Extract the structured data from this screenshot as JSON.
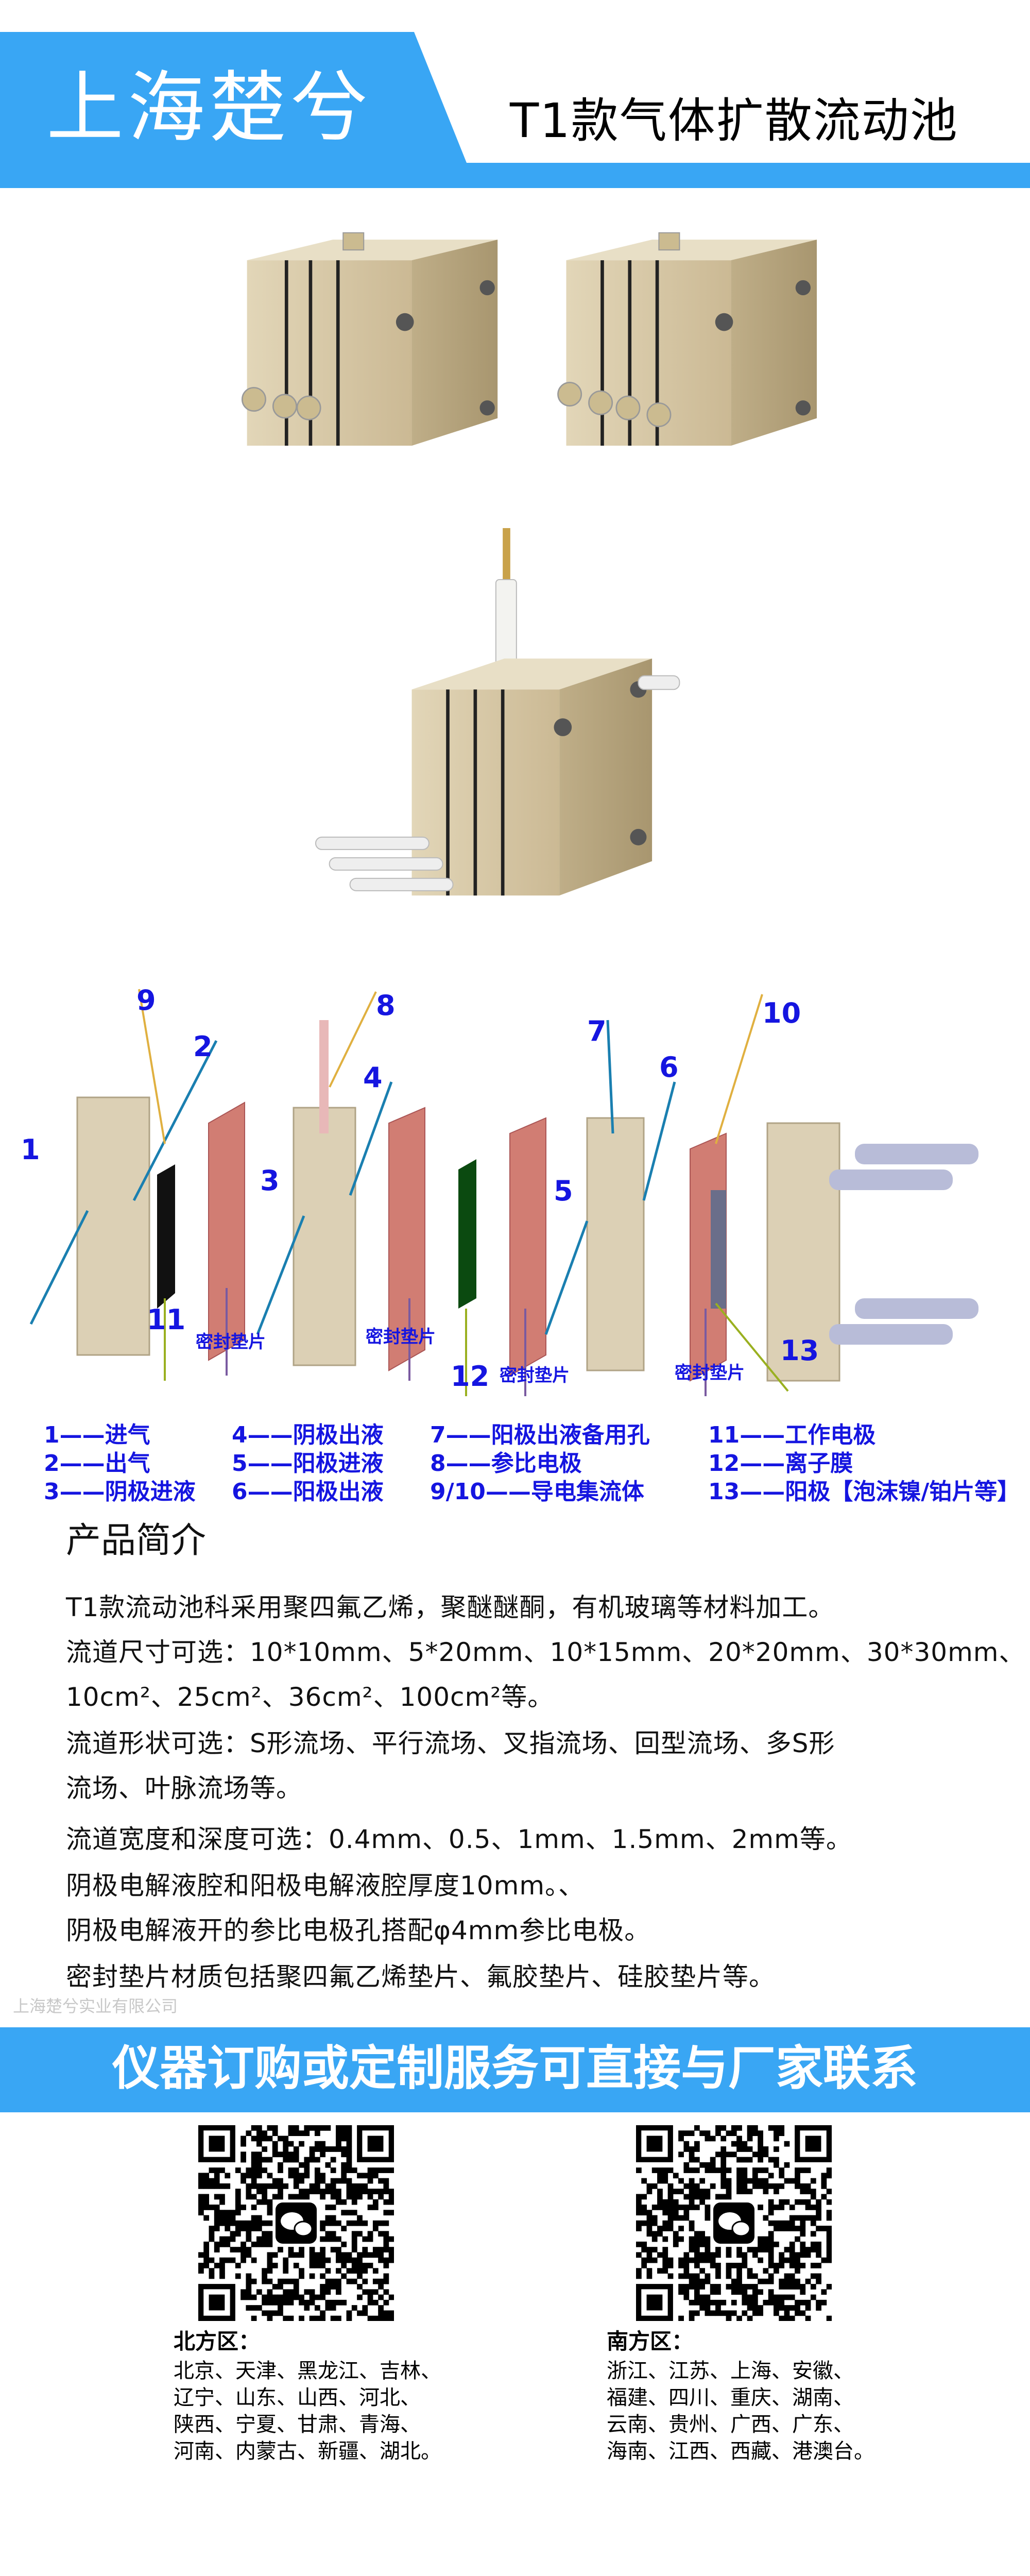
{
  "header": {
    "logo": "上海楚兮",
    "title": "T1款气体扩散流动池"
  },
  "colors": {
    "brand_blue": "#39a6f4",
    "legend_blue": "#1515e0",
    "cell_beige": "#d8c9a6"
  },
  "diagram": {
    "numbers": [
      "1",
      "2",
      "3",
      "4",
      "5",
      "6",
      "7",
      "8",
      "9",
      "10",
      "11",
      "12",
      "13"
    ],
    "gasket_label": "密封垫片"
  },
  "legend": [
    [
      "1——进气",
      "2——出气",
      "3——阴极进液"
    ],
    [
      "4——阴极出液",
      "5——阳极进液",
      "6——阳极出液"
    ],
    [
      "7——阳极出液备用孔",
      "8——参比电极",
      "9/10——导电集流体"
    ],
    [
      "11——工作电极",
      "12——离子膜",
      "13——阳极【泡沫镍/铂片等】"
    ]
  ],
  "intro": {
    "heading": "产品简介",
    "lines": [
      "T1款流动池科采用聚四氟乙烯，聚醚醚酮，有机玻璃等材料加工。",
      "流道尺寸可选：10*10mm、5*20mm、10*15mm、20*20mm、30*30mm、",
      "10cm²、25cm²、36cm²、100cm²等。",
      "流道形状可选：S形流场、平行流场、叉指流场、回型流场、多S形",
      "流场、叶脉流场等。",
      "流道宽度和深度可选：0.4mm、0.5、1mm、1.5mm、2mm等。",
      "阴极电解液腔和阳极电解液腔厚度10mm。、",
      "阴极电解液开的参比电极孔搭配φ4mm参比电极。",
      "密封垫片材质包括聚四氟乙烯垫片、氟胶垫片、硅胶垫片等。"
    ],
    "watermark": "上海楚兮实业有限公司"
  },
  "contact": {
    "banner": "仪器订购或定制服务可直接与厂家联系",
    "north": {
      "heading": "北方区：",
      "lines": [
        "北京、天津、黑龙江、吉林、",
        "辽宁、山东、山西、河北、",
        "陕西、宁夏、甘肃、青海、",
        "河南、内蒙古、新疆、湖北。"
      ]
    },
    "south": {
      "heading": "南方区：",
      "lines": [
        "浙江、江苏、上海、安徽、",
        "福建、四川、重庆、湖南、",
        "云南、贵州、广西、广东、",
        "海南、江西、西藏、港澳台。"
      ]
    }
  }
}
